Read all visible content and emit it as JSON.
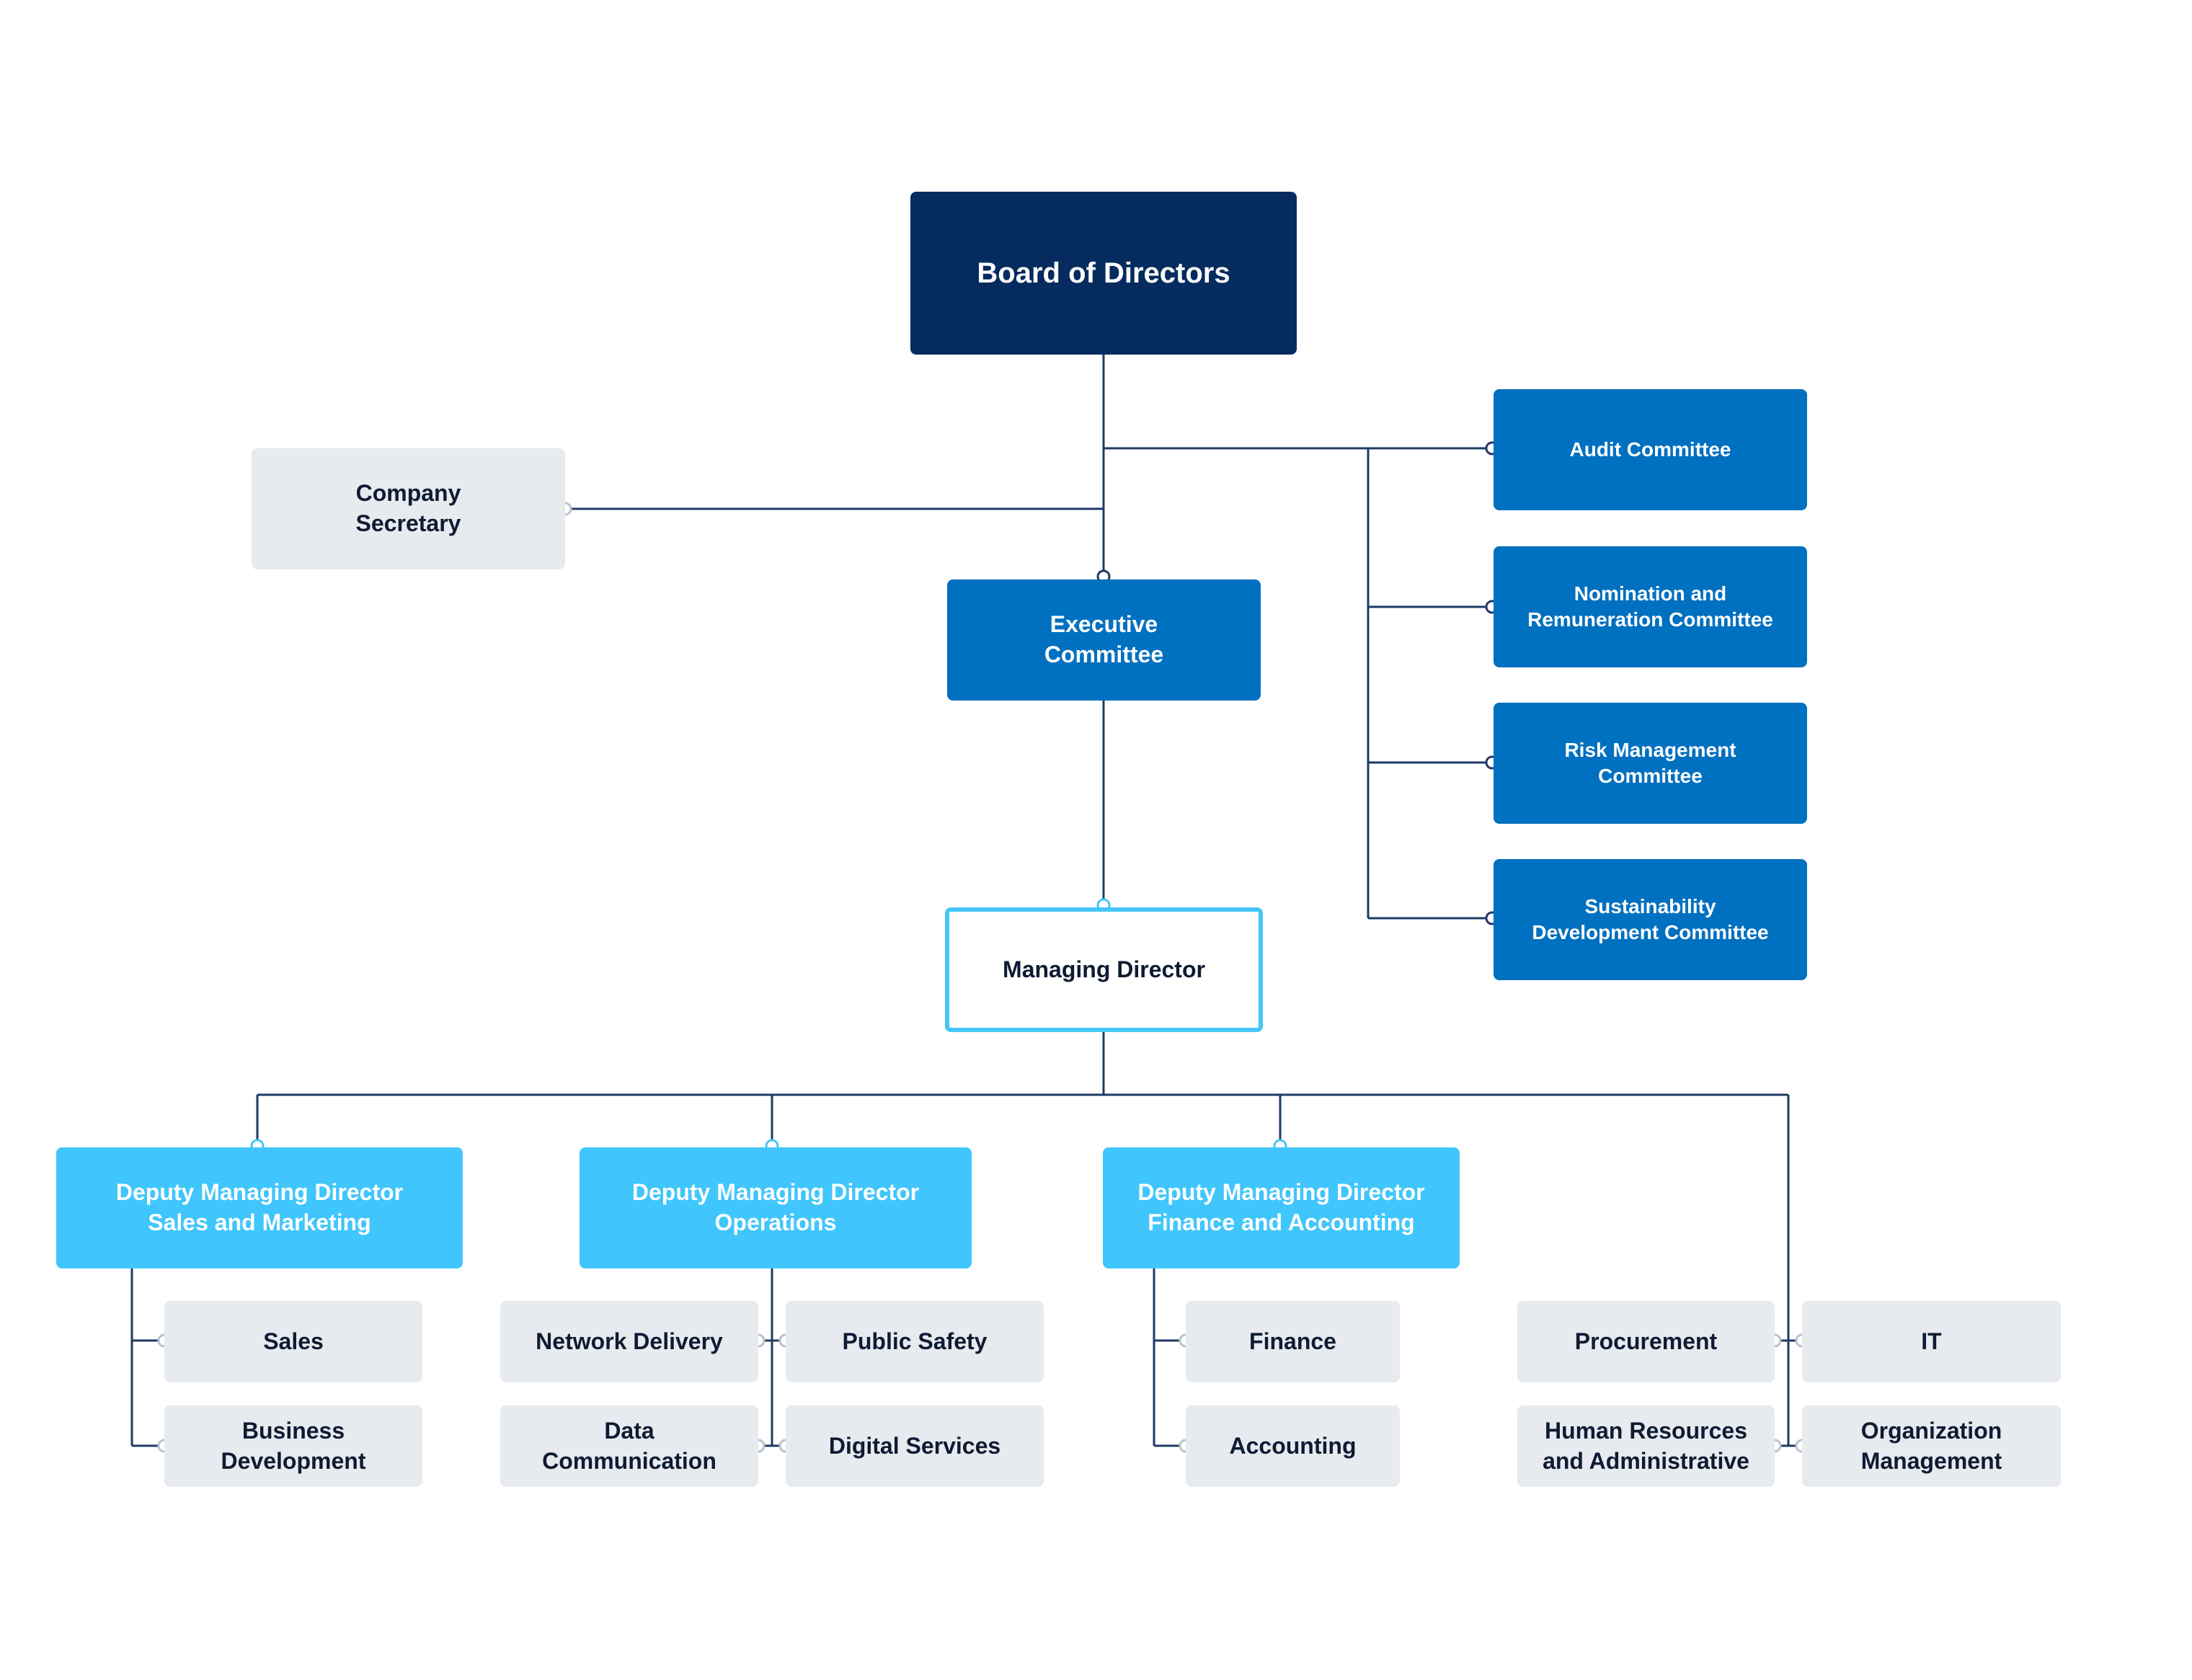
{
  "board": {
    "label": "Board of Directors"
  },
  "secretary": {
    "label": "Company\nSecretary"
  },
  "executive": {
    "label": "Executive\nCommittee"
  },
  "committees": [
    "Audit Committee",
    "Nomination and\nRemuneration Committee",
    "Risk Management\nCommittee",
    "Sustainability\nDevelopment Committee"
  ],
  "managing_director": {
    "label": "Managing Director"
  },
  "deputies": [
    "Deputy Managing Director\nSales and Marketing",
    "Deputy Managing Director\nOperations",
    "Deputy Managing Director\nFinance and Accounting"
  ],
  "departments": {
    "sales": "Sales",
    "business_development": "Business\nDevelopment",
    "network_delivery": "Network Delivery",
    "data_communication": "Data\nCommunication",
    "public_safety": "Public Safety",
    "digital_services": "Digital Services",
    "finance": "Finance",
    "accounting": "Accounting",
    "procurement": "Procurement",
    "human_resources": "Human Resources\nand Administrative",
    "it": "IT",
    "organization_management": "Organization\nManagement"
  },
  "colors": {
    "navy": "#062b5e",
    "blue": "#0070c0",
    "sky": "#40c6fc",
    "grey": "#e7eaee",
    "line": "#1e3a66"
  }
}
